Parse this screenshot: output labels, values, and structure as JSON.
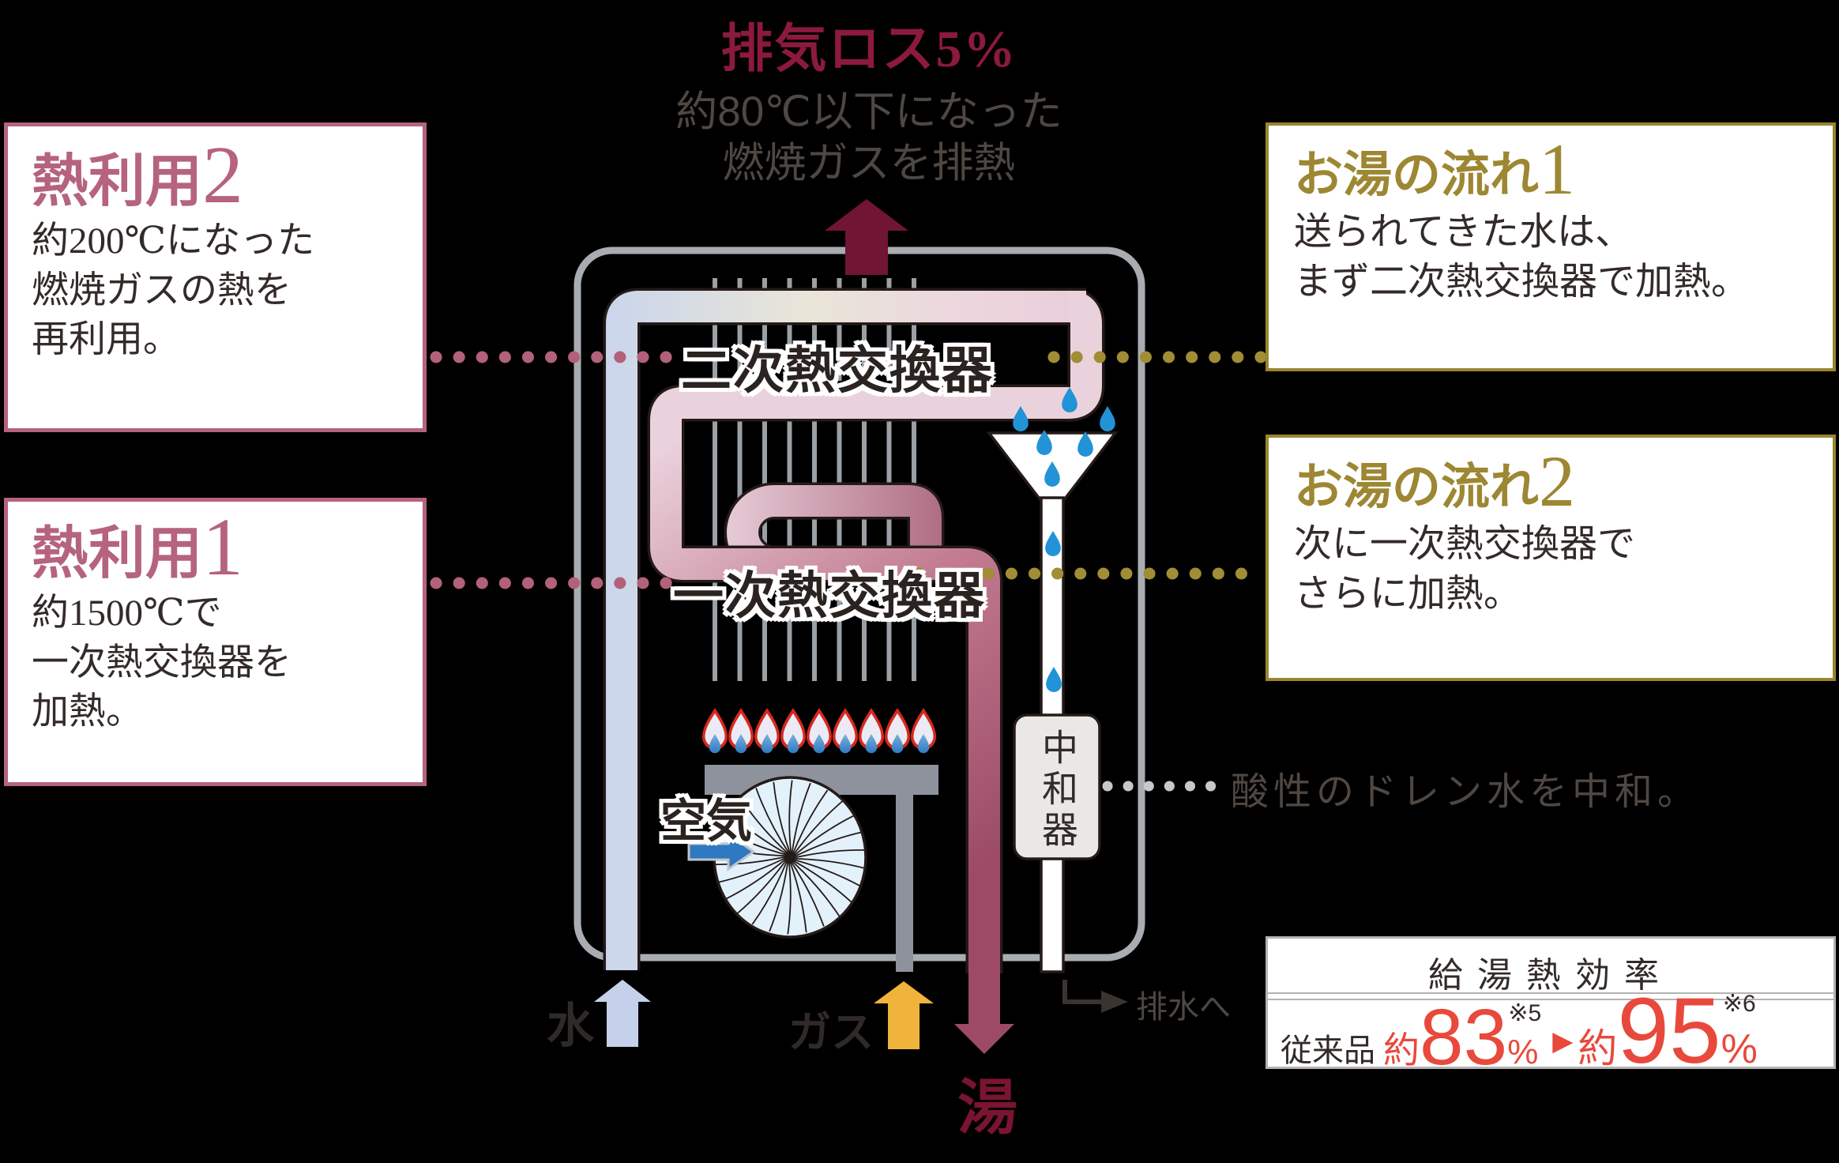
{
  "exhaust": {
    "title": "排気ロス5%",
    "line1": "約80℃以下になった",
    "line2": "燃焼ガスを排熱"
  },
  "boxes": {
    "heat2": {
      "title": "熱利用",
      "num": "2",
      "body": "約200℃になった\n燃焼ガスの熱を\n再利用。"
    },
    "heat1": {
      "title": "熱利用",
      "num": "1",
      "body": "約1500℃で\n一次熱交換器を\n加熱。"
    },
    "flow1": {
      "title": "お湯の流れ",
      "num": "1",
      "body": "送られてきた水は、\nまず二次熱交換器で加熱。"
    },
    "flow2": {
      "title": "お湯の流れ",
      "num": "2",
      "body": "次に一次熱交換器で\nさらに加熱。"
    }
  },
  "labels": {
    "hx_secondary": "二次熱交換器",
    "hx_primary": "一次熱交換器",
    "air": "空気",
    "neutralizer": "中和器",
    "neutralizer_note": "酸性のドレン水を中和。",
    "water_in": "水",
    "gas_in": "ガス",
    "hot_out": "湯",
    "drain": "排水へ"
  },
  "efficiency": {
    "header": "給湯熱効率",
    "conventional": "従来品",
    "v1_prefix": "約",
    "v1": "83",
    "v1_unit": "%",
    "v1_note": "※5",
    "arrow": "▶",
    "v2_prefix": "約",
    "v2": "95",
    "v2_unit": "%",
    "v2_note": "※6"
  },
  "colors": {
    "exhaust_dark_red": "#701533",
    "title_red": "#8b1a3c",
    "pink_accent": "#b5637e",
    "gold_accent": "#9d8733",
    "body_text": "#332b29",
    "gray_text": "#4e4742",
    "efficiency_red": "#e8493c",
    "water_blue": "#c5d1ea",
    "gas_orange": "#f0b43c",
    "hot_mauve": "#9c4a66",
    "boiler_outline_gray": "#a9adb2",
    "drop_blue": "#2293d6"
  }
}
